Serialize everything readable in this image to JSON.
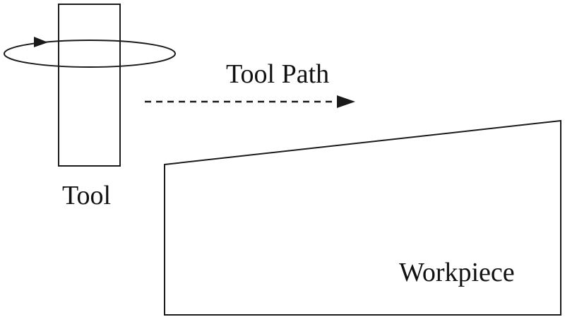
{
  "diagram": {
    "labels": {
      "tool": "Tool",
      "tool_path": "Tool Path",
      "workpiece": "Workpiece"
    },
    "colors": {
      "line": "#1a1a1a",
      "background": "#ffffff"
    }
  }
}
